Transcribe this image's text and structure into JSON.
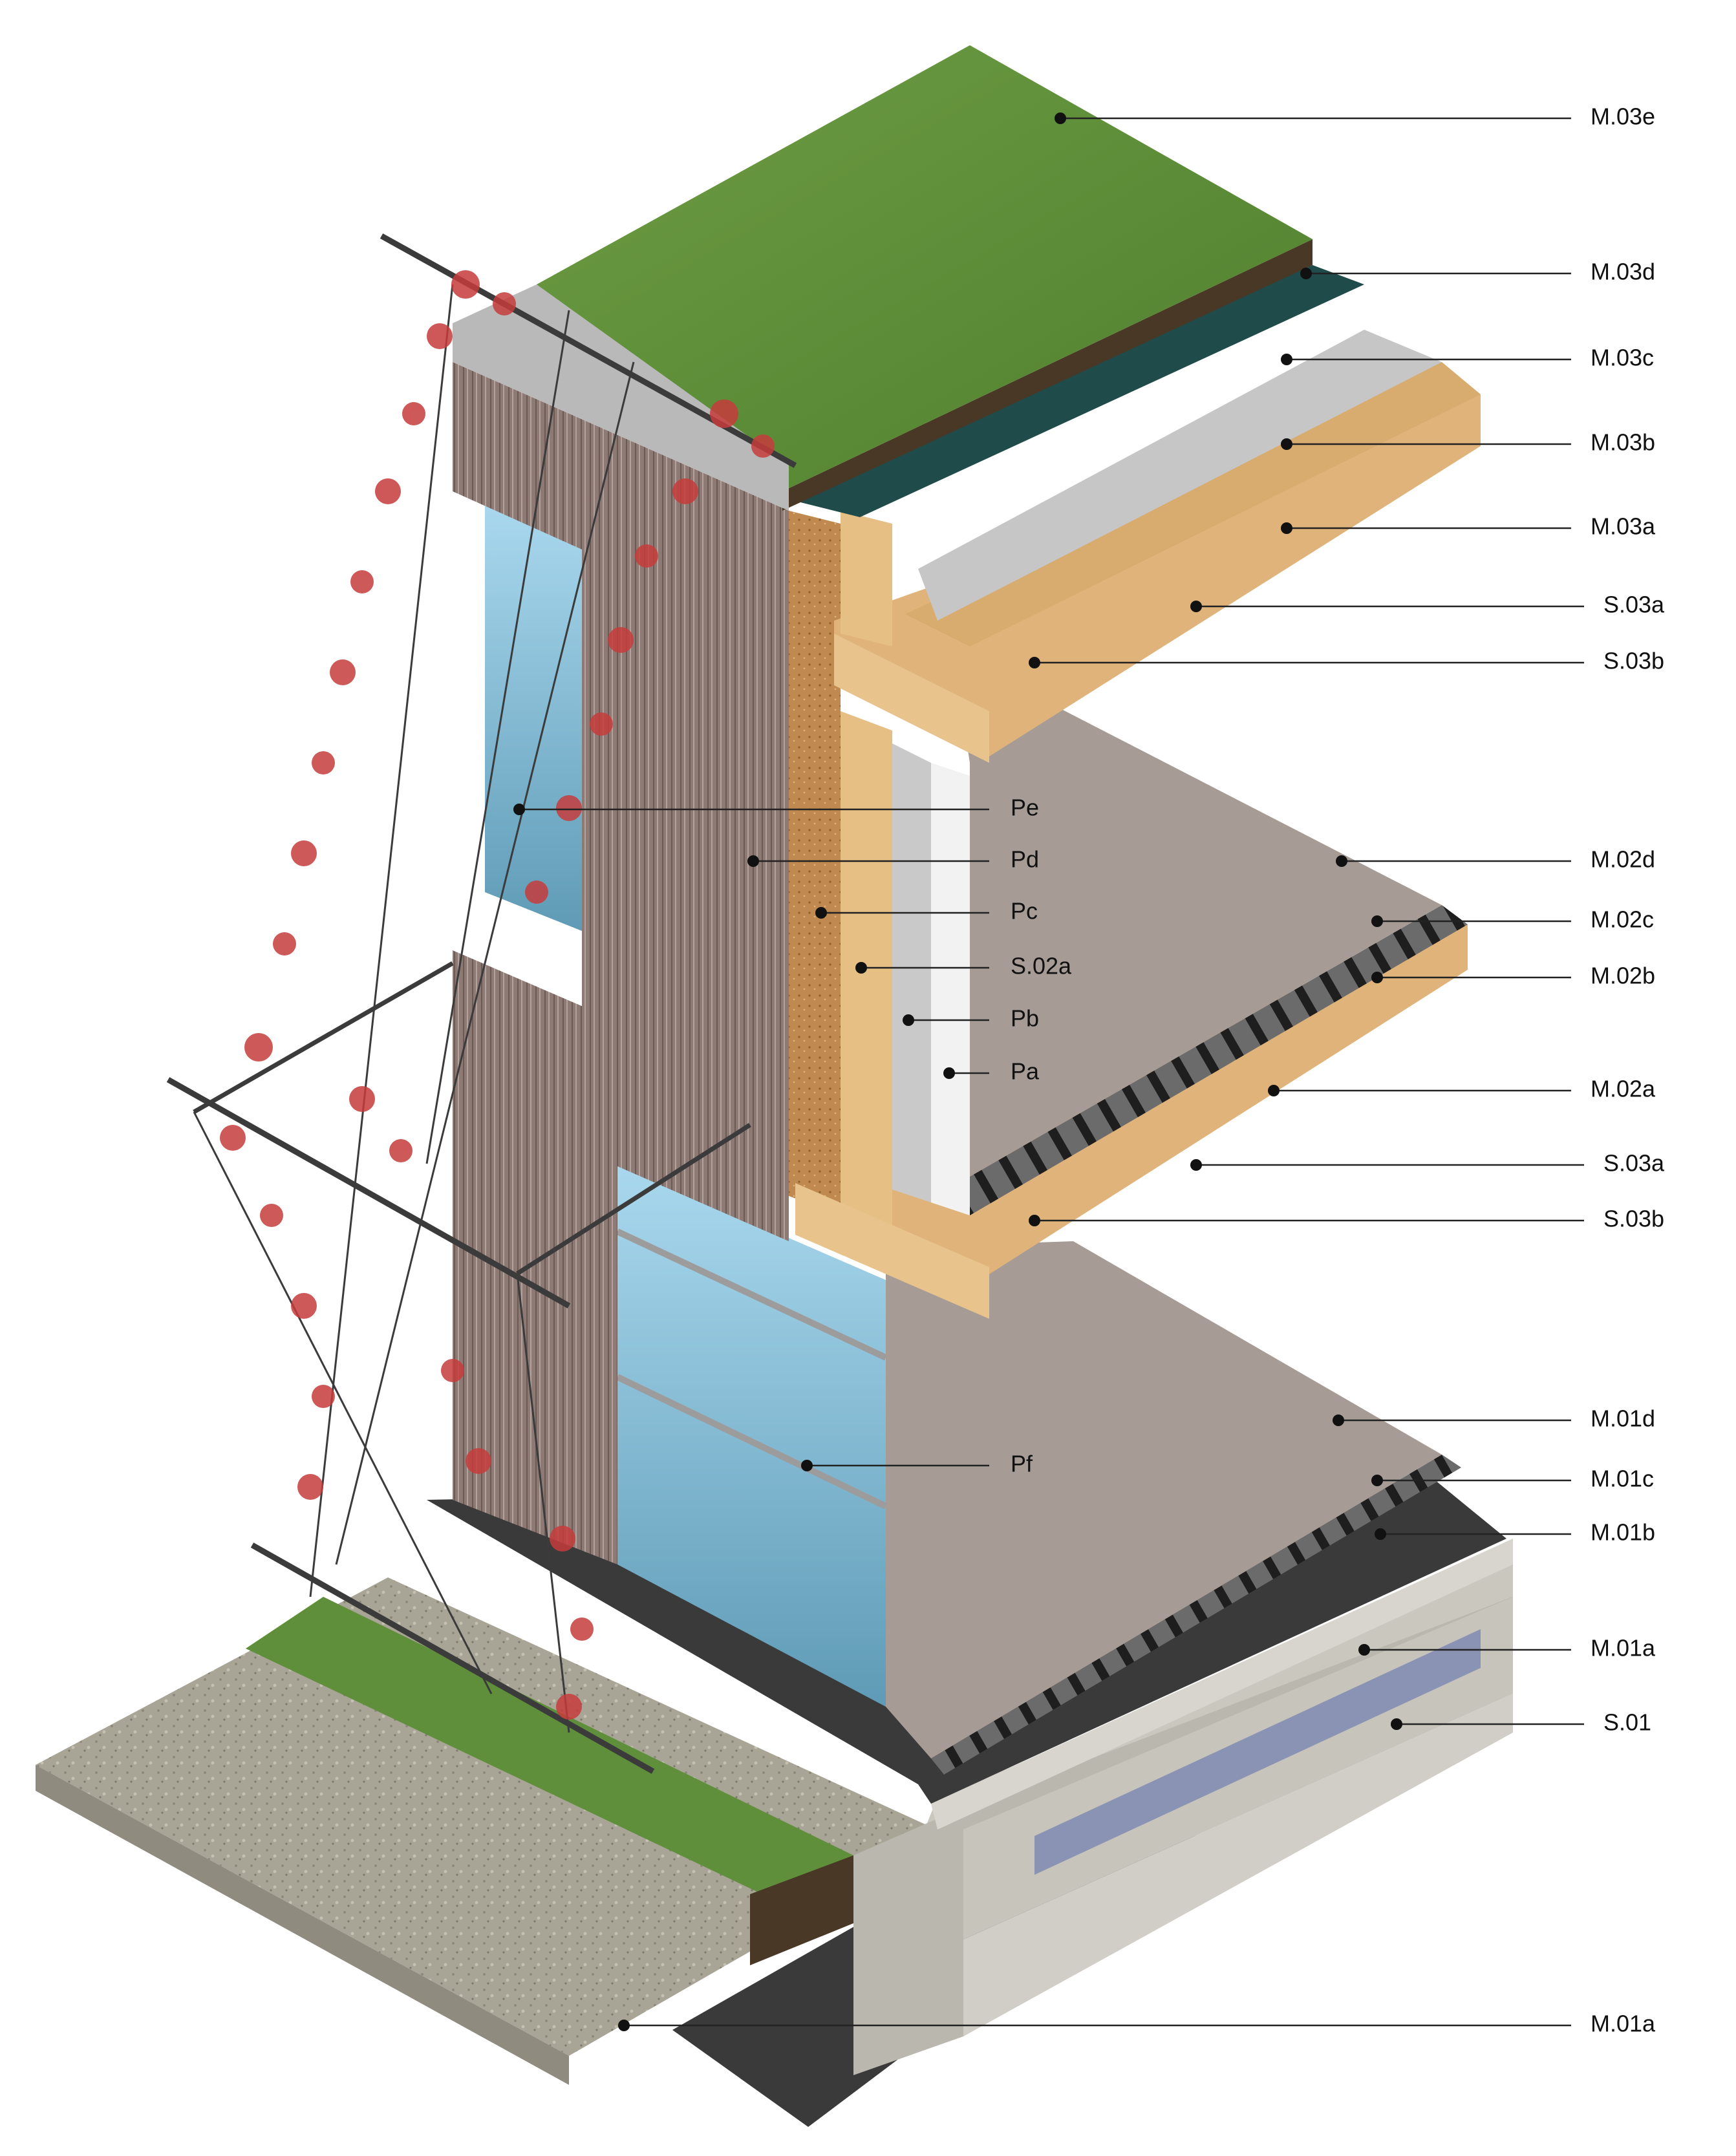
{
  "labels": {
    "M_03e": "M.03e",
    "M_03d": "M.03d",
    "M_03c": "M.03c",
    "M_03b": "M.03b",
    "M_03a": "M.03a",
    "S_03a_top": "S.03a",
    "S_03b_top": "S.03b",
    "Pe": "Pe",
    "Pd": "Pd",
    "Pc": "Pc",
    "S_02a": "S.02a",
    "Pb": "Pb",
    "Pa": "Pa",
    "M_02d": "M.02d",
    "M_02c": "M.02c",
    "M_02b": "M.02b",
    "M_02a": "M.02a",
    "S_03a_mid": "S.03a",
    "S_03b_mid": "S.03b",
    "Pf": "Pf",
    "M_01d": "M.01d",
    "M_01c": "M.01c",
    "M_01b": "M.01b",
    "M_01a_upper": "M.01a",
    "S_01": "S.01",
    "M_01a_lower": "M.01a"
  },
  "colors": {
    "grass": "#5f8f3a",
    "soil": "#4a3826",
    "membrane": "#1f4b4a",
    "timber": "#e0b37a",
    "insulation": "#c0894f",
    "interior_finish": "#a79c95",
    "glass": "#8ec9e4",
    "cladding": "#8e7a74",
    "concrete": "#c8c6bd",
    "foundation": "#3d3d3d",
    "foliage": "#c63c3c"
  }
}
